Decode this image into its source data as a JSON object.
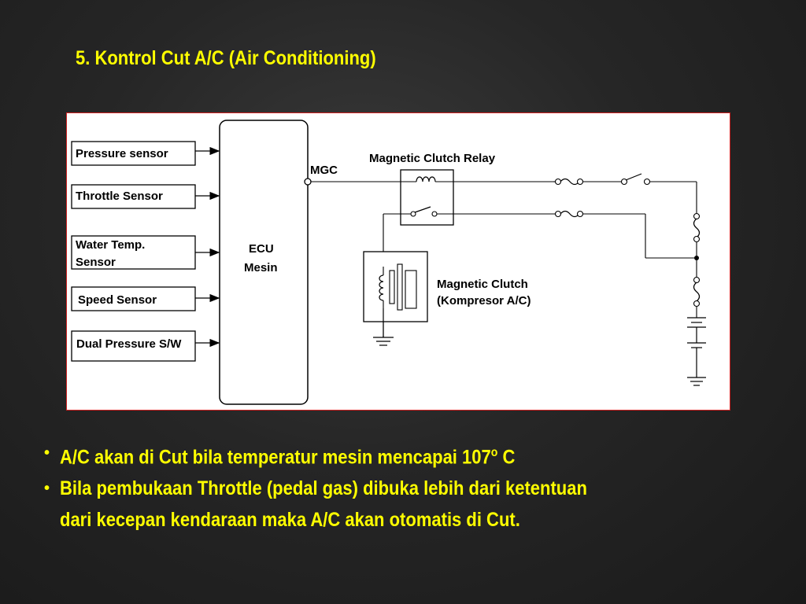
{
  "title": "5. Kontrol Cut A/C (Air Conditioning)",
  "diagram": {
    "sensors": [
      "Pressure sensor",
      "Throttle Sensor",
      "Water Temp.",
      "Sensor",
      "Speed Sensor",
      "Dual Pressure S/W"
    ],
    "ecu_line1": "ECU",
    "ecu_line2": "Mesin",
    "mgc": "MGC",
    "relay_label": "Magnetic Clutch Relay",
    "clutch_line1": "Magnetic Clutch",
    "clutch_line2": "(Kompresor A/C)"
  },
  "bullets": {
    "b1_text": "A/C akan di Cut bila temperatur mesin mencapai 107",
    "b1_sup": "o",
    "b1_tail": " C",
    "b2_line1": "Bila pembukaan Throttle (pedal gas) dibuka lebih dari ketentuan",
    "b2_line2": "dari kecepan kendaraan maka A/C akan otomatis di Cut."
  }
}
